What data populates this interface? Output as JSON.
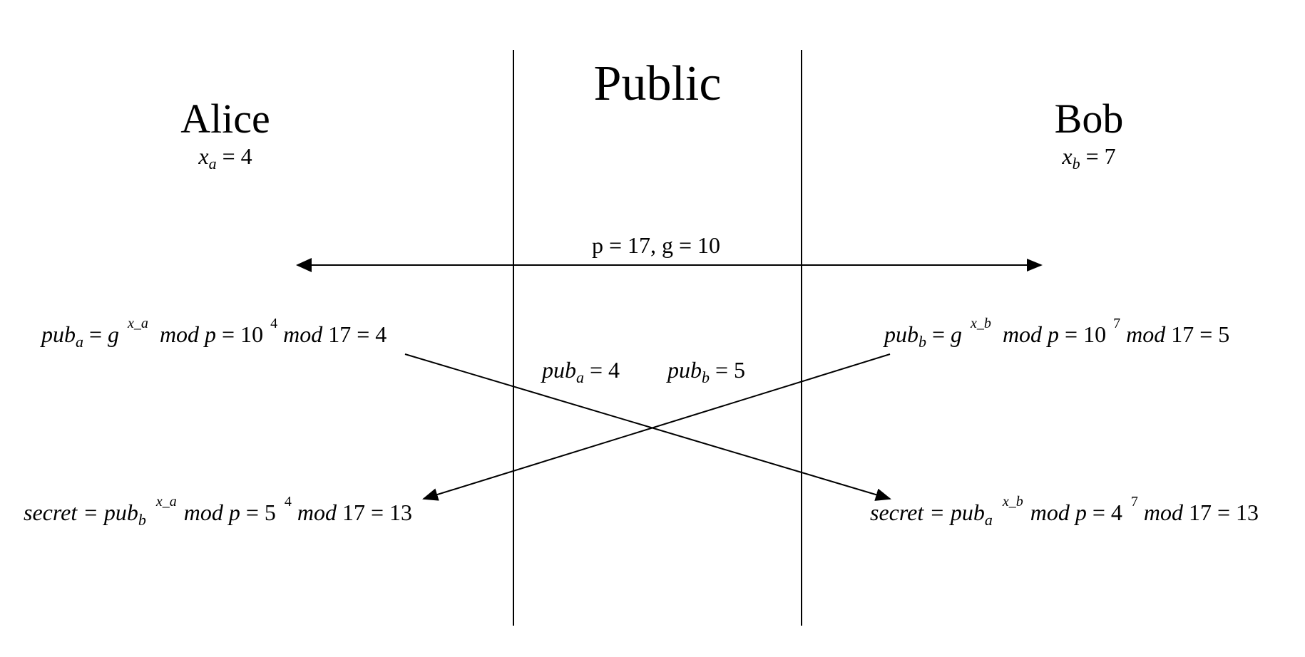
{
  "parties": {
    "alice": {
      "name": "Alice",
      "key_var": "x",
      "key_sub": "a",
      "key_rest": " = 4"
    },
    "public": {
      "name": "Public"
    },
    "bob": {
      "name": "Bob",
      "key_var": "x",
      "key_sub": "b",
      "key_rest": " = 7"
    }
  },
  "shared_params": "p = 17, g = 10",
  "alice_pub": {
    "lhs": "pub",
    "lhs_sub": "a",
    "eq1": " = ",
    "g": "g",
    "g_exp": "x_a",
    "mid": "mod p",
    "eq2": " = 10",
    "val_exp": "4",
    "tail": "mod",
    "tail2": " 17  = 4"
  },
  "bob_pub": {
    "lhs": "pub",
    "lhs_sub": "b",
    "eq1": " = ",
    "g": "g",
    "g_exp": "x_b",
    "mid": "mod p",
    "eq2": " = 10",
    "val_exp": "7",
    "tail": "mod",
    "tail2": " 17  = 5"
  },
  "exchange": {
    "a": {
      "label": "pub",
      "sub": "a",
      "rest": " = 4"
    },
    "b": {
      "label": "pub",
      "sub": "b",
      "rest": " = 5"
    }
  },
  "alice_secret": {
    "lhs": "secret = pub",
    "lhs_sub": "b",
    "exp": "x_a",
    "mid": "mod p",
    "eq": " = 5",
    "val_exp": "4",
    "tail": "mod",
    "tail2": " 17 = 13"
  },
  "bob_secret": {
    "lhs": "secret = pub",
    "lhs_sub": "a",
    "exp": "x_b",
    "mid": "mod p",
    "eq": " = 4",
    "val_exp": "7",
    "tail": "mod",
    "tail2": " 17 = 13"
  },
  "colors": {
    "ink": "#000000",
    "background": "#ffffff"
  }
}
